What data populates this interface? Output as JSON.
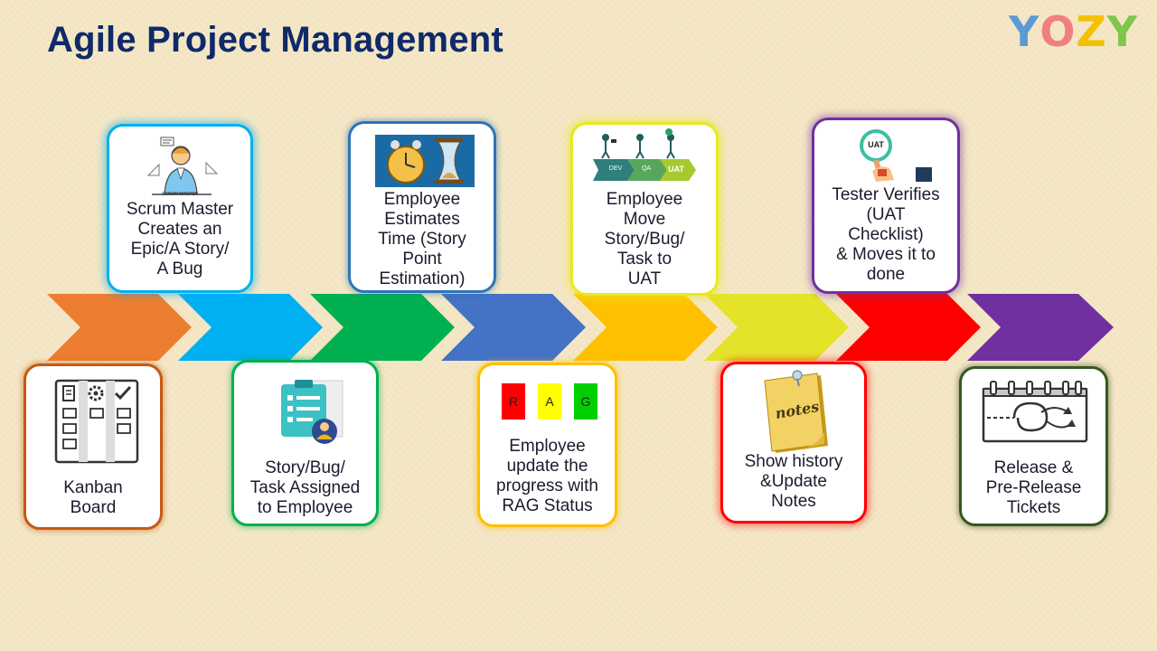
{
  "title": "Agile Project Management",
  "logo": {
    "letters": [
      "Y",
      "O",
      "Z",
      "Y"
    ],
    "colors": [
      "#5b9bd5",
      "#f08080",
      "#f2c200",
      "#7fc64b"
    ]
  },
  "chevron_colors": [
    "#ed7d31",
    "#00b0f0",
    "#00b050",
    "#4472c4",
    "#ffc000",
    "#e3e32a",
    "#ff0000",
    "#7030a0"
  ],
  "steps": [
    {
      "label": "Kanban Board",
      "lines": [
        "Kanban",
        "Board"
      ],
      "icon": "kanban-board-icon",
      "border": "#c55a11"
    },
    {
      "label": "Scrum Master Creates an Epic/A Story/ A Bug",
      "lines": [
        "Scrum Master",
        "Creates an",
        "Epic/A Story/",
        "A Bug"
      ],
      "icon": "scrum-master-icon",
      "border": "#00b0f0",
      "icon_caption": "SCRUM MASTER"
    },
    {
      "label": "Story/Bug/ Task Assigned to Employee",
      "lines": [
        "Story/Bug/",
        "Task Assigned",
        "to Employee"
      ],
      "icon": "task-assigned-clipboard-icon",
      "border": "#00b050"
    },
    {
      "label": "Employee Estimates Time (Story Point Estimation)",
      "lines": [
        "Employee",
        "Estimates",
        "Time (Story",
        "Point",
        "Estimation)"
      ],
      "icon": "clock-hourglass-icon",
      "border": "#2e75b6"
    },
    {
      "label": "Employee update the progress with RAG Status",
      "lines": [
        "Employee",
        "update the",
        "progress with",
        "RAG Status"
      ],
      "icon": "rag-status-icon",
      "border": "#ffc000",
      "rag": [
        "R",
        "A",
        "G"
      ]
    },
    {
      "label": "Employee Move Story/Bug/ Task to UAT",
      "lines": [
        "Employee",
        "Move",
        "Story/Bug/",
        "Task to",
        "UAT"
      ],
      "icon": "dev-qa-uat-pipeline-icon",
      "border": "#e8e820",
      "pipeline": [
        "DEV",
        "QA",
        "UAT"
      ]
    },
    {
      "label": "Show history &Update Notes",
      "lines": [
        "Show history",
        "&Update",
        "Notes"
      ],
      "icon": "notes-icon",
      "border": "#ff0000",
      "notes_word": "notes"
    },
    {
      "label": "Tester Verifies (UAT Checklist) & Moves it to done",
      "lines": [
        "Tester Verifies",
        "(UAT",
        "Checklist)",
        "& Moves it to",
        "done"
      ],
      "icon": "uat-checklist-icon",
      "border": "#7030a0",
      "badge": "UAT"
    },
    {
      "label": "Release & Pre-Release Tickets",
      "lines": [
        "Release &",
        "Pre-Release",
        "Tickets"
      ],
      "icon": "release-calendar-icon",
      "border": "#375623"
    }
  ]
}
